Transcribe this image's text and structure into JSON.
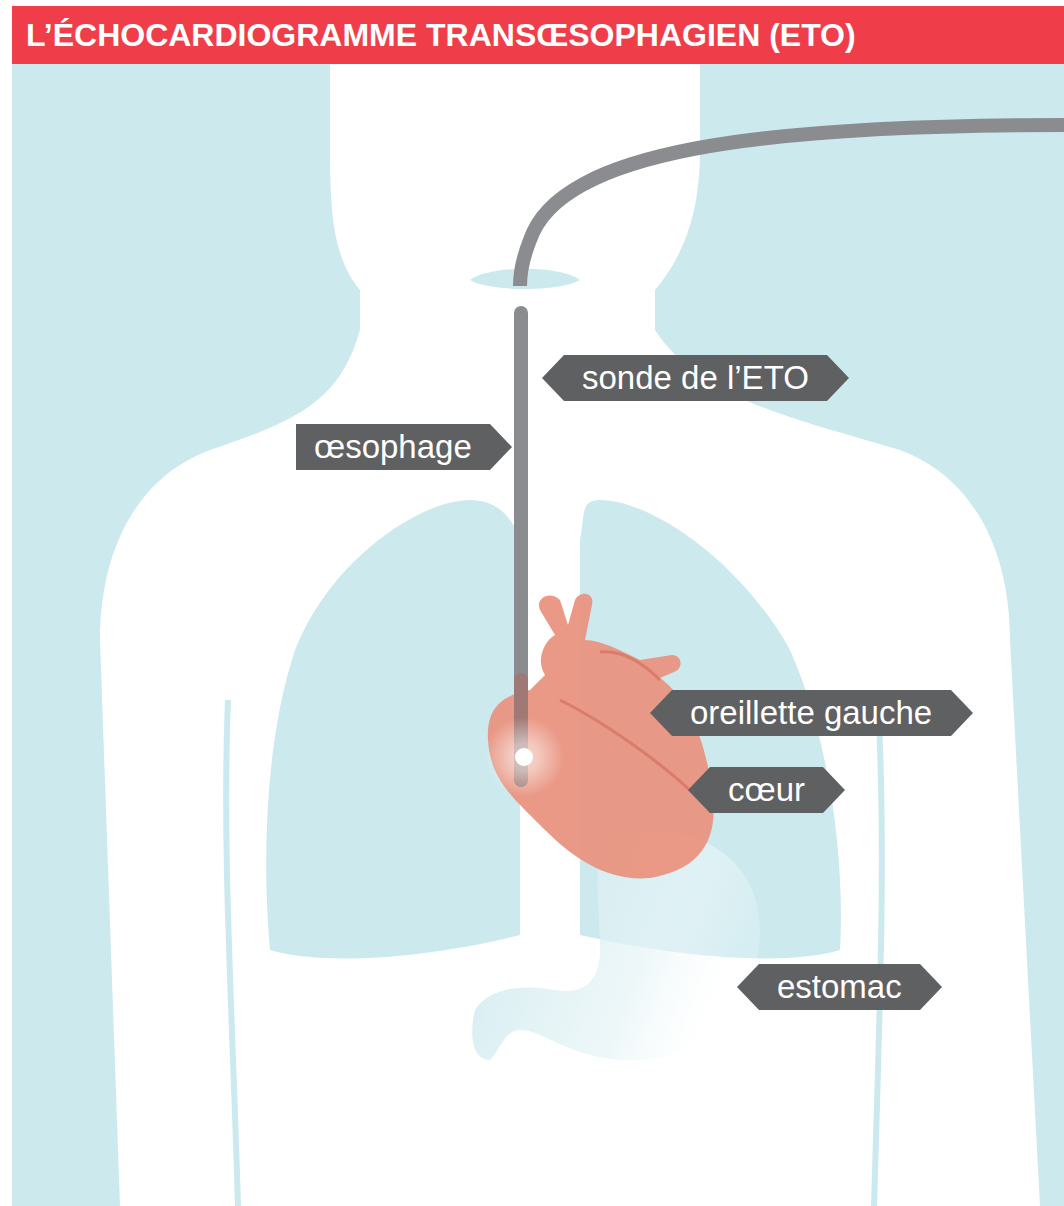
{
  "diagram": {
    "title": "L’ÉCHOCARDIOGRAMME TRANSŒSOPHAGIEN (ETO)",
    "nodes": [
      {
        "text": [
          "sonde de l’ETO"
        ]
      },
      {
        "text": [
          "œsophage"
        ]
      },
      {
        "text": [
          "oreillette gauche"
        ]
      },
      {
        "text": [
          "cœur"
        ]
      },
      {
        "text": [
          "estomac"
        ]
      }
    ]
  }
}
